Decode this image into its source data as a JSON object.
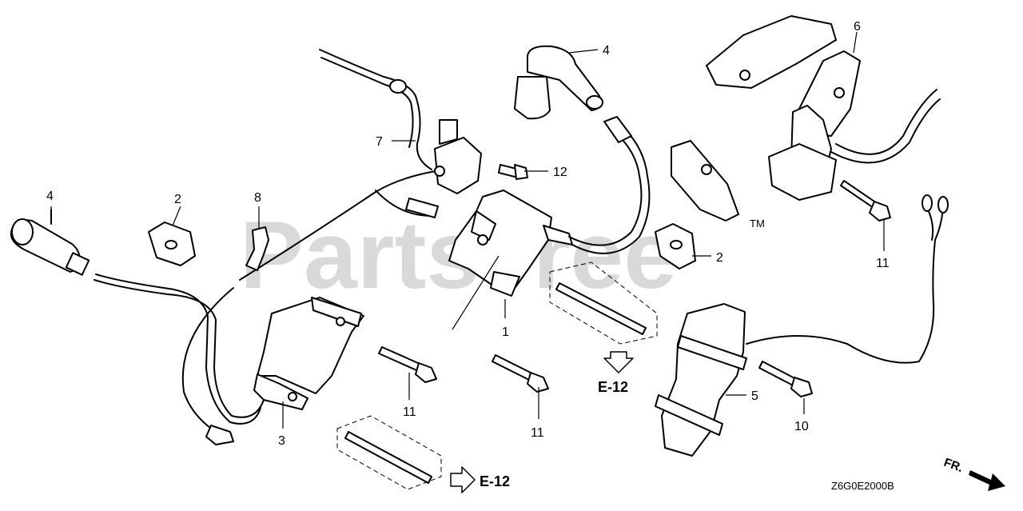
{
  "watermark": {
    "text": "PartsTree",
    "trademark": "TM"
  },
  "callouts": [
    "1",
    "2",
    "2",
    "3",
    "4",
    "4",
    "5",
    "6",
    "7",
    "8",
    "10",
    "11",
    "11",
    "11",
    "12"
  ],
  "references": [
    "E-12",
    "E-12"
  ],
  "front_marker": "FR.",
  "diagram_code": "Z6G0E2000B"
}
